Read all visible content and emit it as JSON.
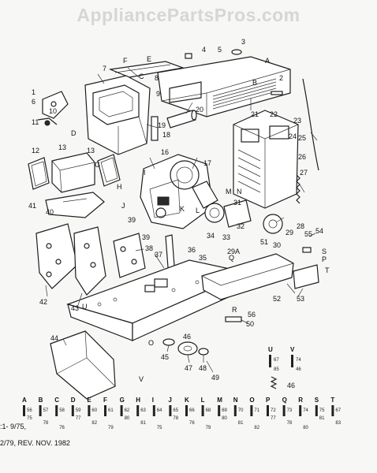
{
  "watermark": "AppliancePartsPros.com",
  "revision": {
    "line1": ":1- 9/75,",
    "line2": "2/79, REV. NOV. 1982"
  },
  "callouts": [
    {
      "id": "c1",
      "t": "1"
    },
    {
      "id": "c2",
      "t": "2"
    },
    {
      "id": "c3",
      "t": "3"
    },
    {
      "id": "c4",
      "t": "4"
    },
    {
      "id": "c5",
      "t": "5"
    },
    {
      "id": "c6",
      "t": "6"
    },
    {
      "id": "c7",
      "t": "7"
    },
    {
      "id": "c8",
      "t": "8"
    },
    {
      "id": "c9",
      "t": "9"
    },
    {
      "id": "c10",
      "t": "10"
    },
    {
      "id": "c11",
      "t": "11"
    },
    {
      "id": "c12",
      "t": "12"
    },
    {
      "id": "c13",
      "t": "13"
    },
    {
      "id": "c13b",
      "t": "13"
    },
    {
      "id": "c16",
      "t": "16"
    },
    {
      "id": "c17",
      "t": "17"
    },
    {
      "id": "c18",
      "t": "18"
    },
    {
      "id": "c19",
      "t": "19"
    },
    {
      "id": "c20",
      "t": "20"
    },
    {
      "id": "c21",
      "t": "21"
    },
    {
      "id": "c22",
      "t": "22"
    },
    {
      "id": "c23",
      "t": "23"
    },
    {
      "id": "c24",
      "t": "24"
    },
    {
      "id": "c25",
      "t": "25"
    },
    {
      "id": "c26",
      "t": "26"
    },
    {
      "id": "c27",
      "t": "27"
    },
    {
      "id": "c28",
      "t": "28"
    },
    {
      "id": "c29",
      "t": "29"
    },
    {
      "id": "c30",
      "t": "30"
    },
    {
      "id": "c31",
      "t": "31"
    },
    {
      "id": "c32",
      "t": "32"
    },
    {
      "id": "c33",
      "t": "33"
    },
    {
      "id": "c34",
      "t": "34"
    },
    {
      "id": "c35",
      "t": "35"
    },
    {
      "id": "c36",
      "t": "36"
    },
    {
      "id": "c37",
      "t": "37"
    },
    {
      "id": "c38",
      "t": "38"
    },
    {
      "id": "c39",
      "t": "39"
    },
    {
      "id": "c40",
      "t": "40"
    },
    {
      "id": "c41",
      "t": "41"
    },
    {
      "id": "c42",
      "t": "42"
    },
    {
      "id": "c43",
      "t": "43"
    },
    {
      "id": "c44",
      "t": "44"
    },
    {
      "id": "c45",
      "t": "45"
    },
    {
      "id": "c46",
      "t": "46"
    },
    {
      "id": "c47",
      "t": "47"
    },
    {
      "id": "c48",
      "t": "48"
    },
    {
      "id": "c49",
      "t": "49"
    },
    {
      "id": "c50",
      "t": "50"
    },
    {
      "id": "c51",
      "t": "51"
    },
    {
      "id": "c52",
      "t": "52"
    },
    {
      "id": "c53",
      "t": "53"
    },
    {
      "id": "c54",
      "t": "54"
    },
    {
      "id": "c55",
      "t": "55"
    },
    {
      "id": "c56",
      "t": "56"
    },
    {
      "id": "c46b",
      "t": "46"
    },
    {
      "id": "c39b",
      "t": "39"
    },
    {
      "id": "c29a",
      "t": "29A"
    },
    {
      "id": "lA",
      "t": "A"
    },
    {
      "id": "lB",
      "t": "B"
    },
    {
      "id": "lC",
      "t": "C"
    },
    {
      "id": "lD",
      "t": "D"
    },
    {
      "id": "lE",
      "t": "E"
    },
    {
      "id": "lF",
      "t": "F"
    },
    {
      "id": "lG",
      "t": "G"
    },
    {
      "id": "lH",
      "t": "H"
    },
    {
      "id": "lI",
      "t": "I"
    },
    {
      "id": "lJ",
      "t": "J"
    },
    {
      "id": "lK",
      "t": "K"
    },
    {
      "id": "lL",
      "t": "L"
    },
    {
      "id": "lM",
      "t": "M"
    },
    {
      "id": "lN",
      "t": "N"
    },
    {
      "id": "lO",
      "t": "O"
    },
    {
      "id": "lP",
      "t": "P"
    },
    {
      "id": "lQ",
      "t": "Q"
    },
    {
      "id": "lR",
      "t": "R"
    },
    {
      "id": "lS",
      "t": "S"
    },
    {
      "id": "lT",
      "t": "T"
    },
    {
      "id": "lU",
      "t": "U"
    },
    {
      "id": "lV",
      "t": "V"
    }
  ],
  "hardware_legend": [
    {
      "letter": "A",
      "num": "56"
    },
    {
      "letter": "B",
      "num": "57"
    },
    {
      "letter": "C",
      "num": "58"
    },
    {
      "letter": "D",
      "num": "59"
    },
    {
      "letter": "E",
      "num": "60"
    },
    {
      "letter": "F",
      "num": "61"
    },
    {
      "letter": "G",
      "num": "62"
    },
    {
      "letter": "H",
      "num": "63"
    },
    {
      "letter": "I",
      "num": "64"
    },
    {
      "letter": "J",
      "num": "65"
    },
    {
      "letter": "K",
      "num": "66"
    },
    {
      "letter": "L",
      "num": "68"
    },
    {
      "letter": "M",
      "num": "69"
    },
    {
      "letter": "N",
      "num": "70"
    },
    {
      "letter": "O",
      "num": "71"
    },
    {
      "letter": "P",
      "num": "72"
    },
    {
      "letter": "Q",
      "num": "73"
    },
    {
      "letter": "R",
      "num": "74"
    },
    {
      "letter": "S",
      "num": "75"
    },
    {
      "letter": "T",
      "num": "67"
    }
  ],
  "hardware_sub": [
    "75",
    "78",
    "76",
    "77",
    "82",
    "79",
    "80",
    "81",
    "75",
    "78",
    "76",
    "79",
    "80",
    "81",
    "82",
    "77",
    "78",
    "80",
    "81",
    "83"
  ],
  "hardware_uv": [
    {
      "letter": "U",
      "num": "67",
      "sub": "85"
    },
    {
      "letter": "V",
      "num": "74",
      "sub": "46"
    }
  ]
}
